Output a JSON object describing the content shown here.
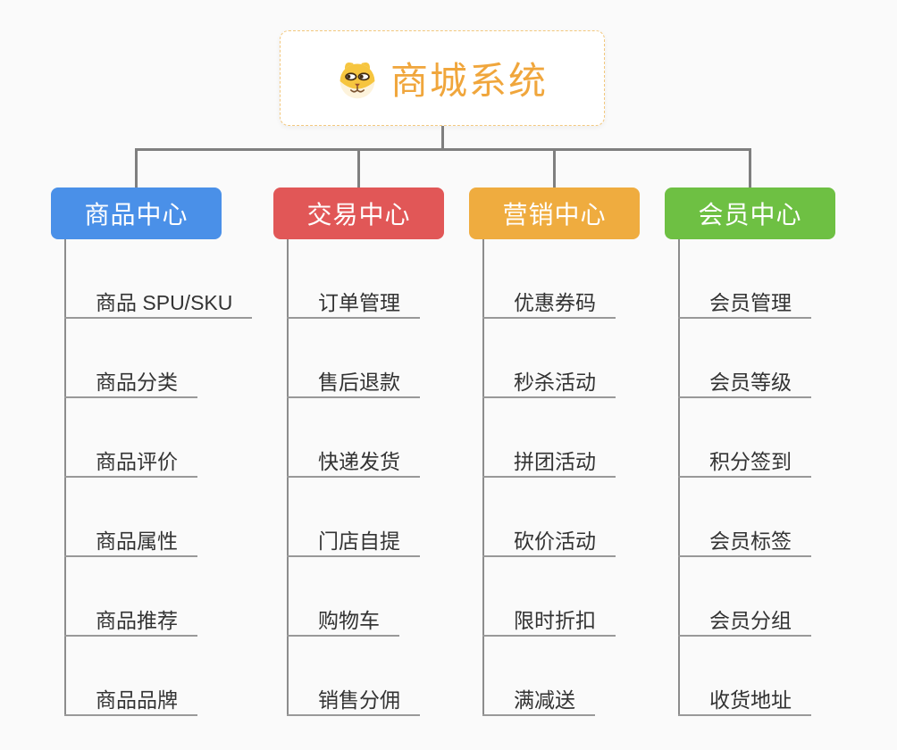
{
  "root": {
    "title": "商城系统",
    "accent_color": "#F0A63C",
    "icon": "dog-icon"
  },
  "branches": [
    {
      "id": "product-center",
      "label": "商品中心",
      "color": "#4A90E8",
      "items": [
        "商品 SPU/SKU",
        "商品分类",
        "商品评价",
        "商品属性",
        "商品推荐",
        "商品品牌"
      ]
    },
    {
      "id": "trade-center",
      "label": "交易中心",
      "color": "#E15757",
      "items": [
        "订单管理",
        "售后退款",
        "快递发货",
        "门店自提",
        "购物车",
        "销售分佣"
      ]
    },
    {
      "id": "marketing-center",
      "label": "营销中心",
      "color": "#EFAC3F",
      "items": [
        "优惠券码",
        "秒杀活动",
        "拼团活动",
        "砍价活动",
        "限时折扣",
        "满减送"
      ]
    },
    {
      "id": "member-center",
      "label": "会员中心",
      "color": "#6EC043",
      "items": [
        "会员管理",
        "会员等级",
        "积分签到",
        "会员标签",
        "会员分组",
        "收货地址"
      ]
    }
  ]
}
